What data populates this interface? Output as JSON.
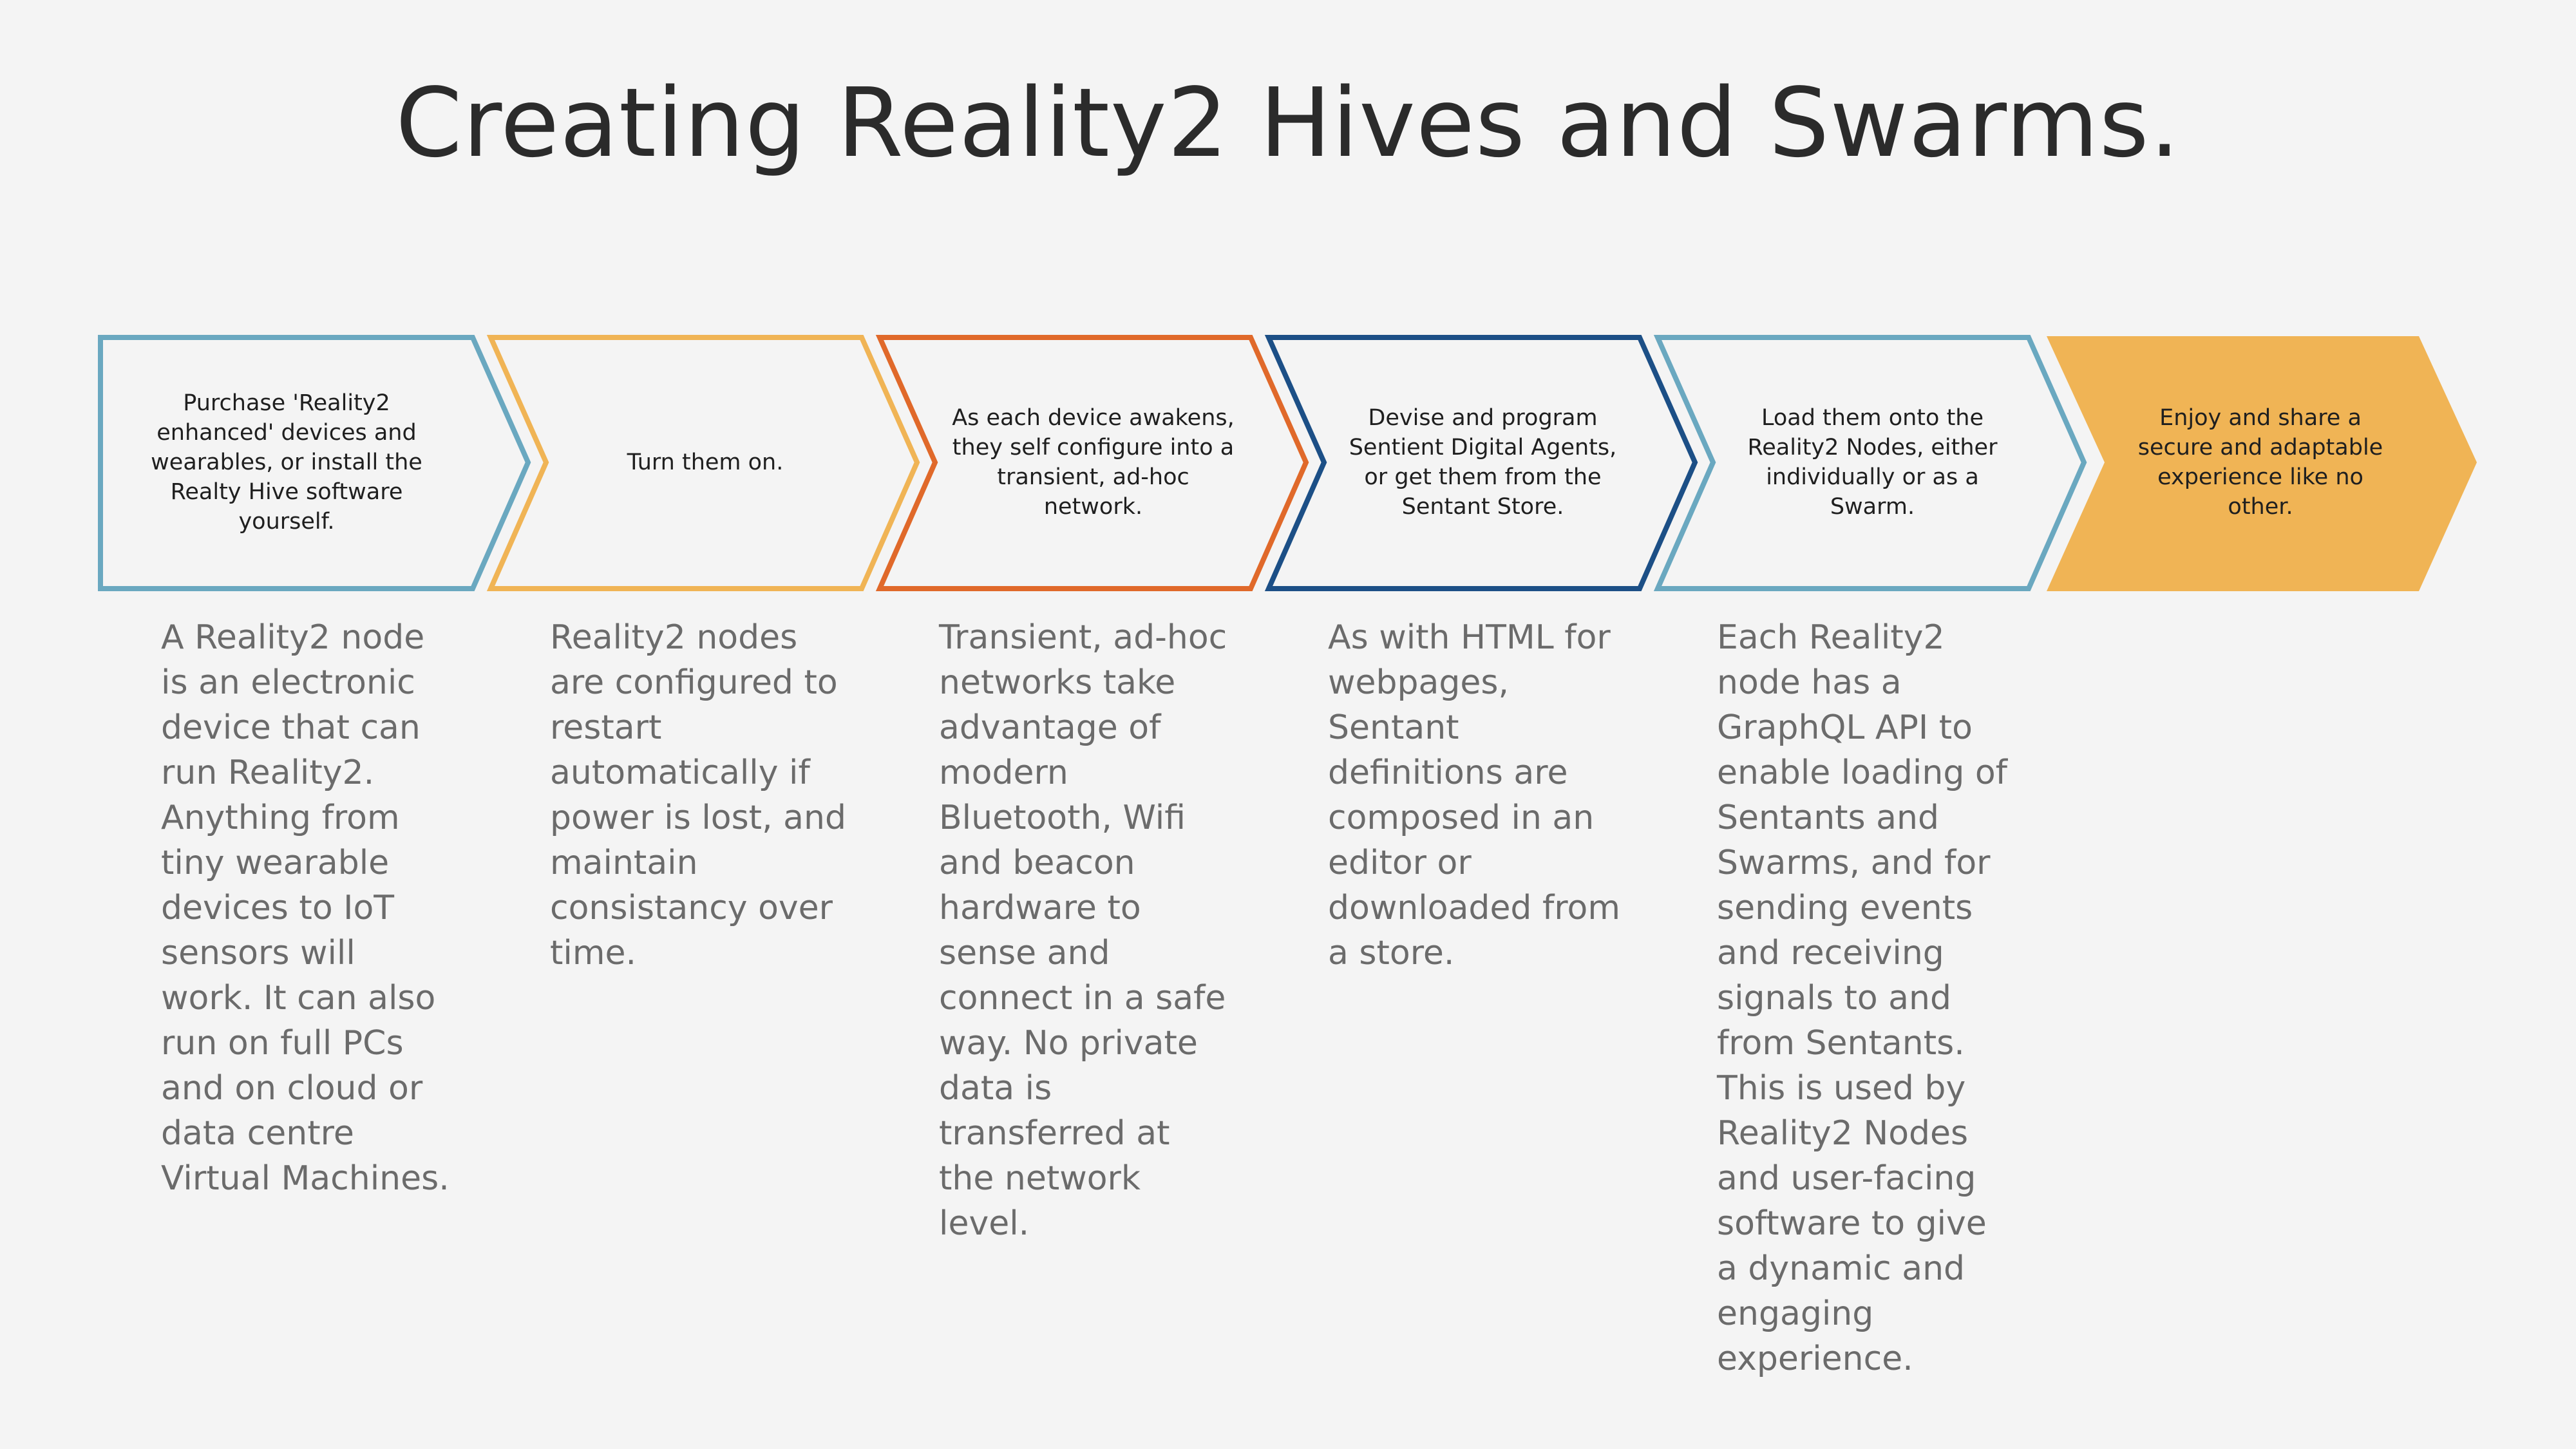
{
  "title": "Creating Reality2 Hives and Swarms.",
  "steps": [
    {
      "label": "Purchase 'Reality2 enhanced' devices and wearables, or install the Realty Hive software yourself.",
      "color": "#6aa8c0",
      "filled": false,
      "description": "A Reality2 node is an electronic device that can run Reality2. Anything from tiny wearable devices to IoT sensors will work. It can also run on full PCs and on cloud or data centre Virtual Machines."
    },
    {
      "label": "Turn them on.",
      "color": "#f0b455",
      "filled": false,
      "description": "Reality2 nodes are configured to restart automatically if power is lost, and maintain consistancy over time."
    },
    {
      "label": "As each device awakens, they self configure into a transient, ad-hoc network.",
      "color": "#e0692a",
      "filled": false,
      "description": "Transient, ad-hoc networks take advantage of modern Bluetooth, Wifi and beacon hardware to sense and connect in a safe way.  No private data is transferred at the network level."
    },
    {
      "label": "Devise and program Sentient Digital Agents, or get them from the Sentant Store.",
      "color": "#1c4f86",
      "filled": false,
      "description": "As with HTML for webpages, Sentant definitions are composed in an editor or downloaded from a store."
    },
    {
      "label": "Load them onto the Reality2 Nodes, either individually or as a Swarm.",
      "color": "#6aa8c0",
      "filled": false,
      "description": "Each Reality2 node has a GraphQL API to enable loading of Sentants and Swarms, and for sending events and receiving signals to and from Sentants. This is used by Reality2 Nodes and user-facing software to give a dynamic and engaging experience."
    },
    {
      "label": "Enjoy and share a secure and adaptable experience like no other.",
      "color": "#f0b455",
      "filled": true,
      "description": ""
    }
  ]
}
